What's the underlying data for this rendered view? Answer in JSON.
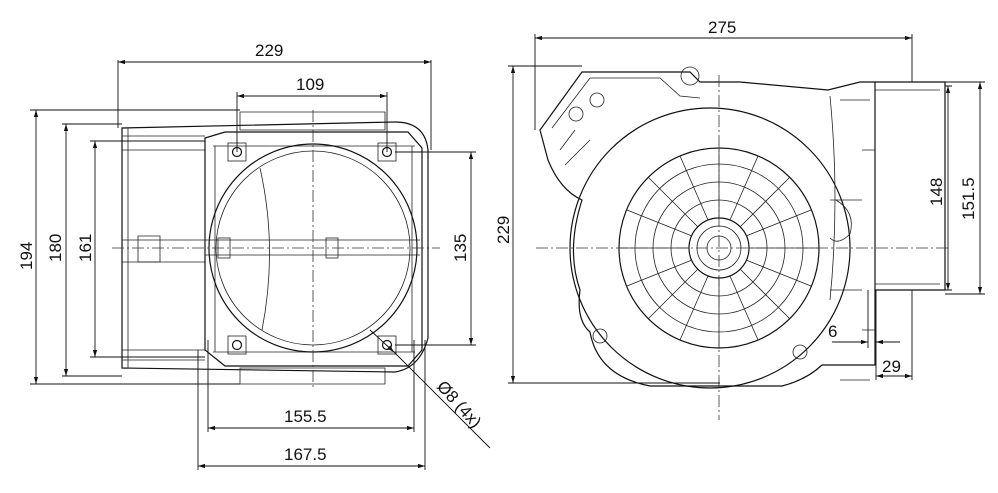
{
  "front_view": {
    "dims": {
      "overall_width": "229",
      "hole_spacing_top": "109",
      "height_194": "194",
      "height_180": "180",
      "height_161": "161",
      "hole_spacing_vertical": "135",
      "bottom_155": "155.5",
      "bottom_167": "167.5",
      "hole_callout": "Ø8 (4x)"
    }
  },
  "side_view": {
    "dims": {
      "overall_length": "275",
      "overall_height": "229",
      "outlet_148": "148",
      "outlet_151": "151.5",
      "flange_6": "6",
      "flange_29": "29"
    }
  }
}
